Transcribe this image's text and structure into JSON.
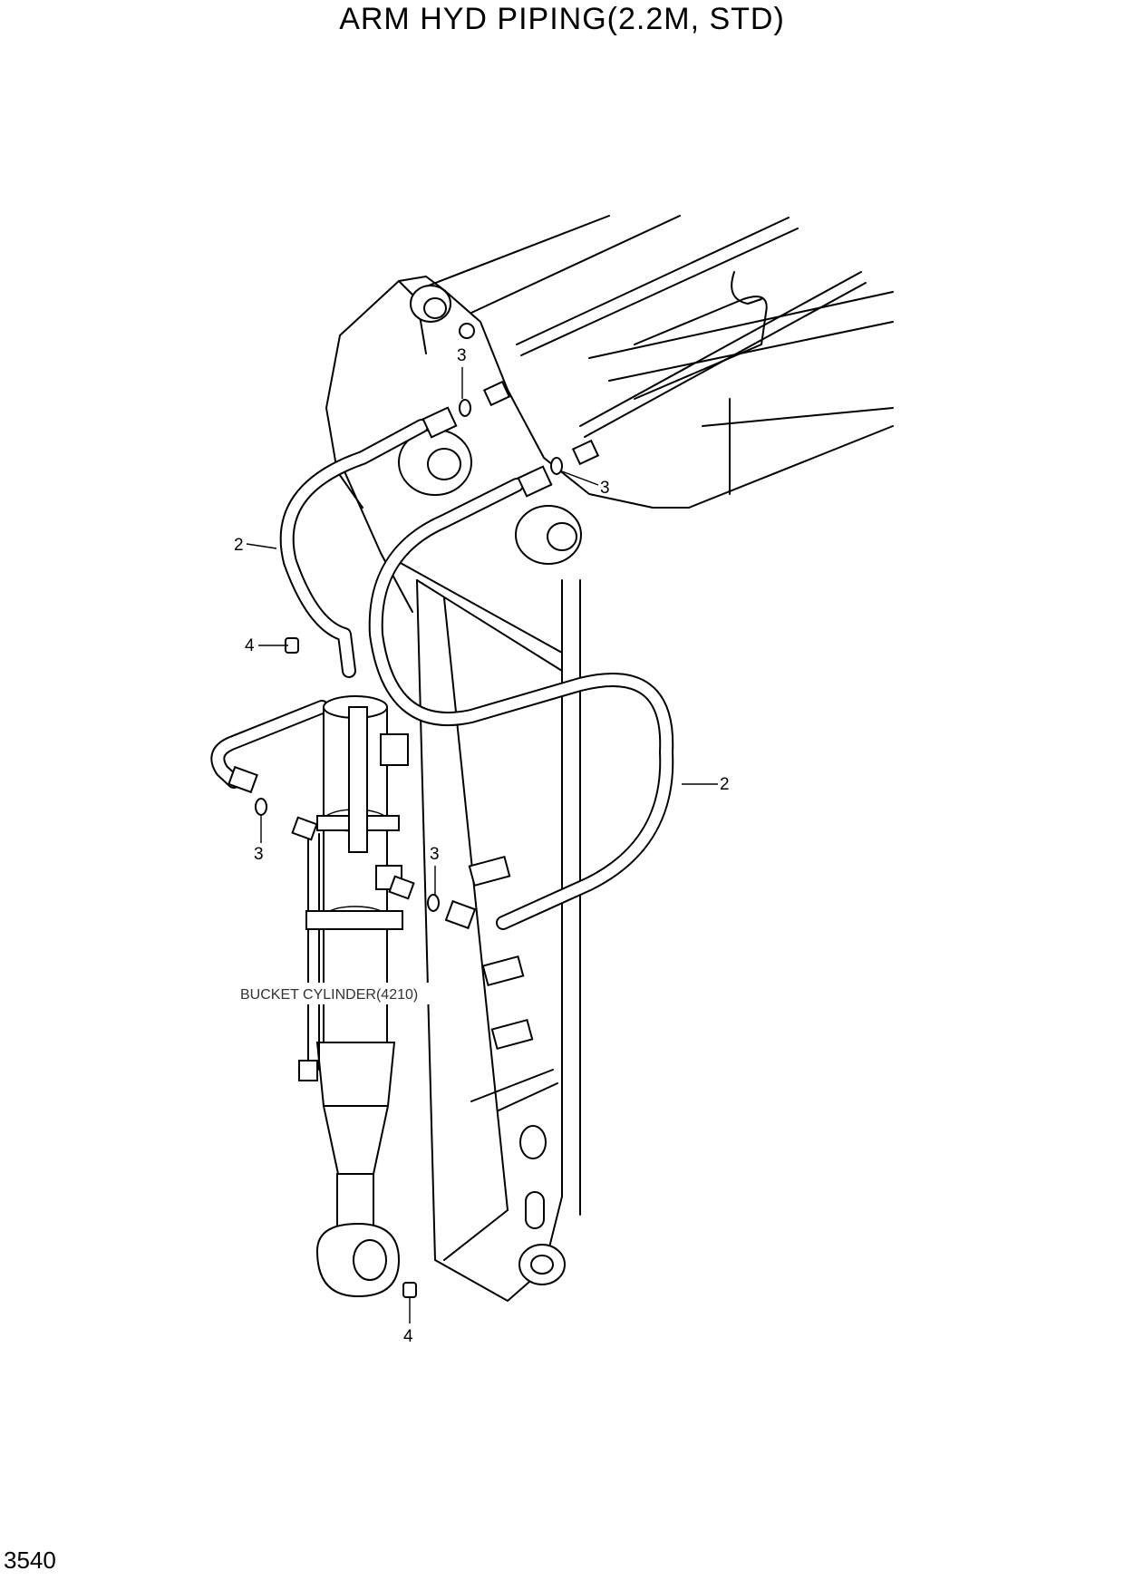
{
  "title": "ARM HYD PIPING(2.2M, STD)",
  "page_number": "3540",
  "callouts": {
    "c3_top": "3",
    "c3_right": "3",
    "c2_left": "2",
    "c4_upper": "4",
    "c2_right": "2",
    "c3_left": "3",
    "c3_mid": "3",
    "c4_lower": "4"
  },
  "notes": {
    "bucket_cylinder": "BUCKET CYLINDER(4210)"
  }
}
